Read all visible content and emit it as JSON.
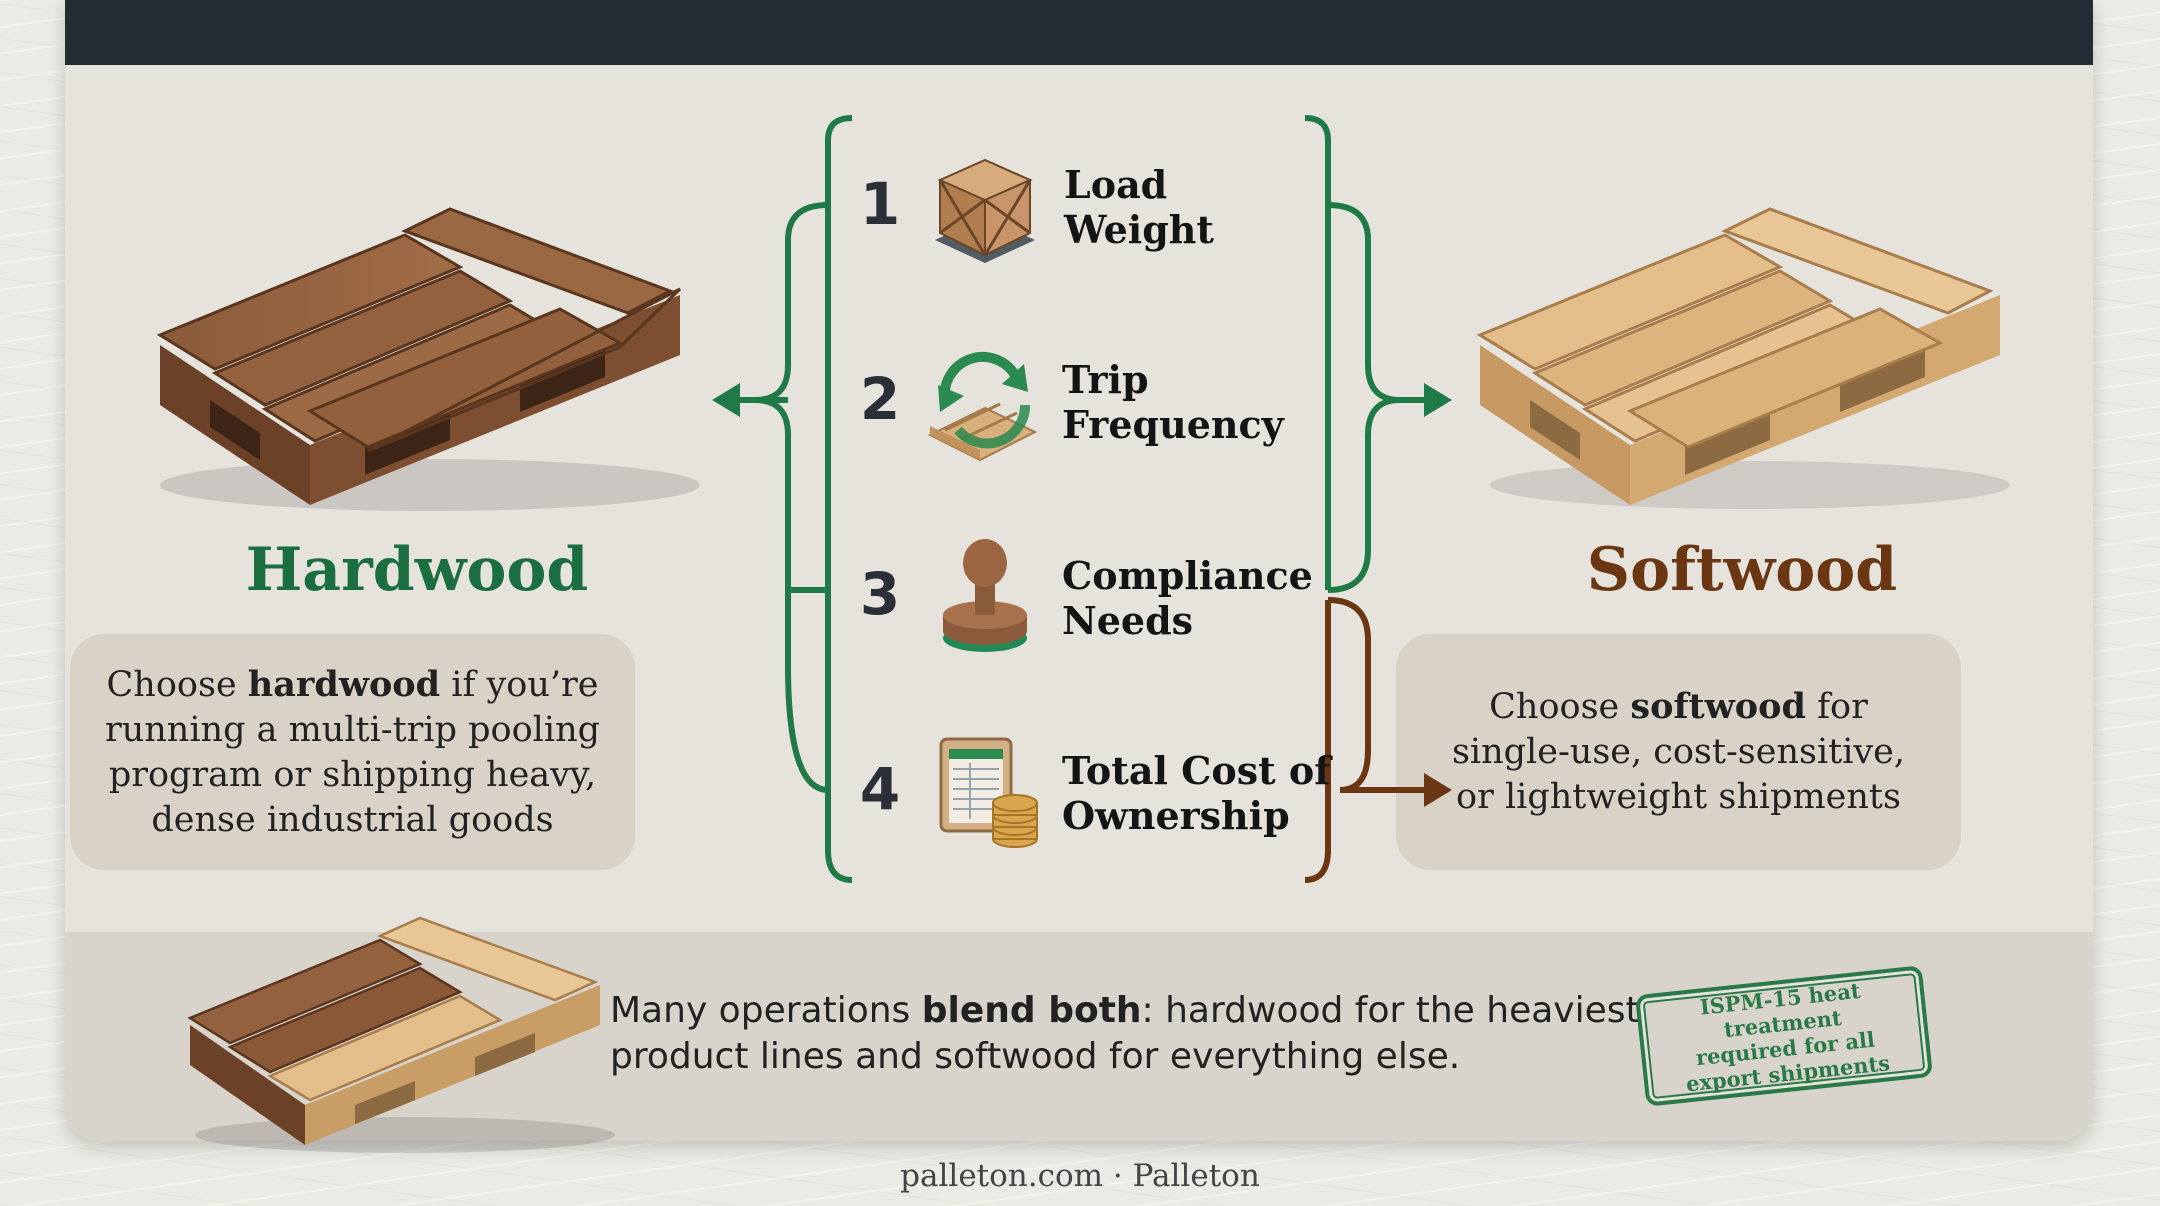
{
  "hardwood": {
    "title": "Hardwood",
    "description_pre": "Choose ",
    "description_bold": "hardwood",
    "description_post": " if you’re running a multi-trip pooling program or shipping heavy, dense industrial goods"
  },
  "softwood": {
    "title": "Softwood",
    "description_pre": "Choose ",
    "description_bold": "softwood",
    "description_post": " for single-use, cost-sensitive, or lightweight shipments"
  },
  "factors": [
    {
      "number": "1",
      "line1": "Load",
      "line2": "Weight",
      "icon": "crate-icon"
    },
    {
      "number": "2",
      "line1": "Trip",
      "line2": "Frequency",
      "icon": "cycle-pallet-icon"
    },
    {
      "number": "3",
      "line1": "Compliance",
      "line2": "Needs",
      "icon": "stamp-icon"
    },
    {
      "number": "4",
      "line1": "Total Cost of",
      "line2": "Ownership",
      "icon": "ledger-coins-icon"
    }
  ],
  "blend": {
    "pre": "Many operations ",
    "bold": "blend both",
    "post": ": hardwood for the heaviest product lines and softwood for everything else."
  },
  "stamp": {
    "line1": "ISPM-15 heat treatment",
    "line2": "required for all",
    "line3": "export shipments"
  },
  "footer": "palleton.com · Palleton",
  "colors": {
    "hardwood_green": "#1b6e3f",
    "softwood_brown": "#6b3612",
    "top_bar": "#252b33",
    "background": "#e6e3dd"
  }
}
